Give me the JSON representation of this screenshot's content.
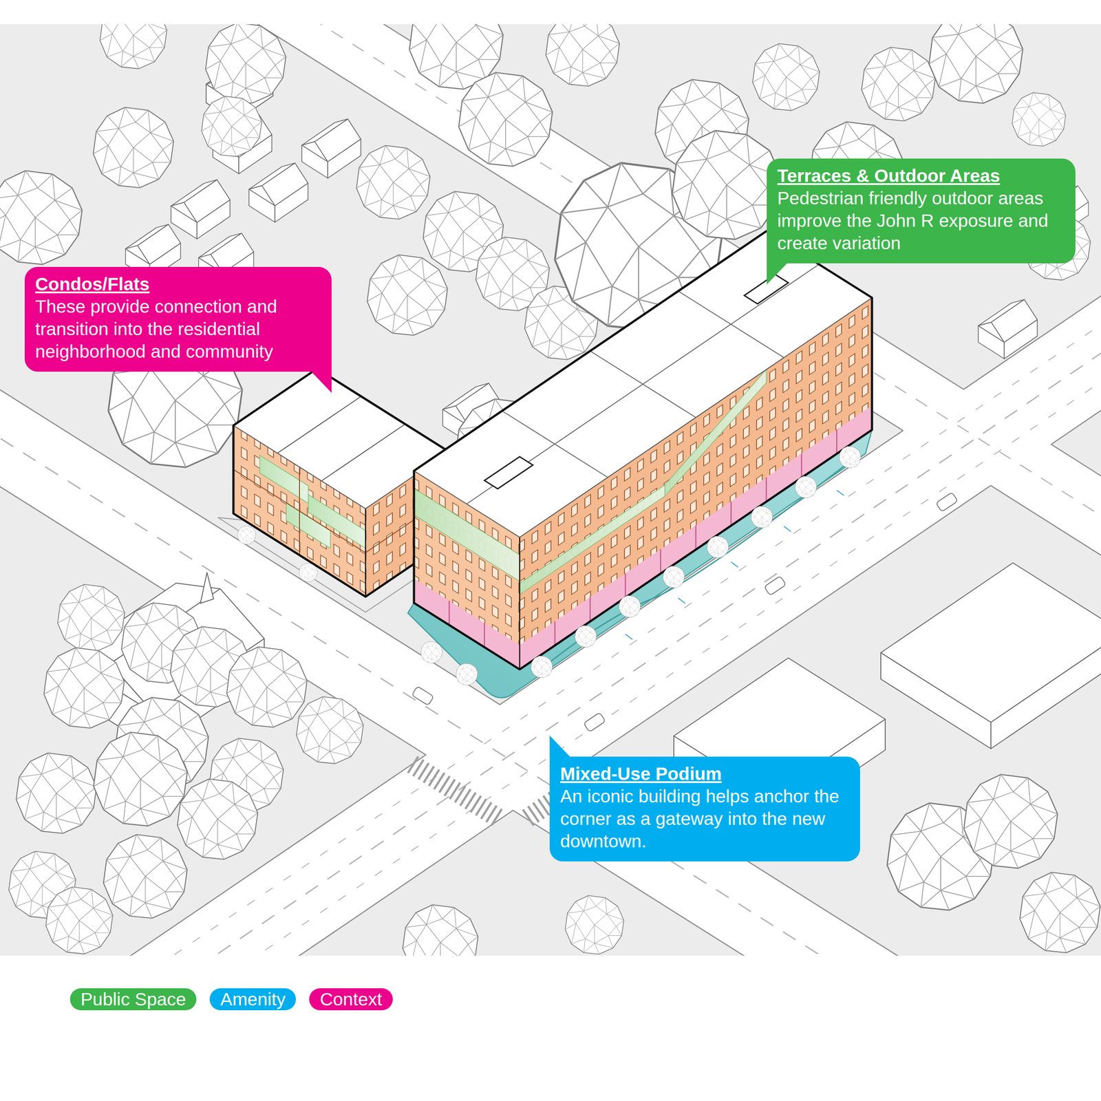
{
  "diagram": {
    "nodes": [
      {
        "text": [
          "Terraces & Outdoor Areas",
          "Pedestrian friendly outdoor areas improve the John R exposure and create variation"
        ]
      },
      {
        "text": [
          "Condos/Flats",
          "These provide connection and transition into the residential neighborhood and community"
        ]
      },
      {
        "text": [
          "Mixed-Use Podium",
          "An iconic building helps anchor the corner as a gateway into the new downtown."
        ]
      }
    ],
    "legend": [
      {
        "text": "Public Space",
        "color": "#3cb54a"
      },
      {
        "text": "Amenity",
        "color": "#00aeef"
      },
      {
        "text": "Context",
        "color": "#ec008c"
      }
    ]
  }
}
